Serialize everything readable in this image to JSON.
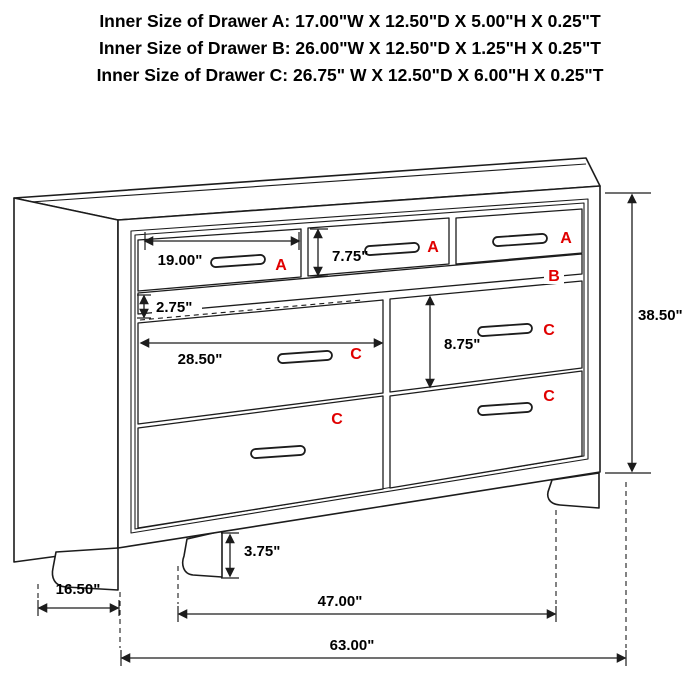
{
  "header": {
    "lines": [
      "Inner Size of Drawer A: 17.00\"W X 12.50\"D X 5.00\"H X 0.25\"T",
      "Inner Size of Drawer B: 26.00\"W X 12.50\"D X 1.25\"H X 0.25\"T",
      "Inner Size of Drawer C: 26.75\" W X 12.50\"D X 6.00\"H X 0.25\"T"
    ]
  },
  "dimensions": {
    "drawer_a_width": "19.00\"",
    "drawer_a_height": "7.75\"",
    "drawer_b_height": "2.75\"",
    "drawer_c_width": "28.50\"",
    "drawer_c_height": "8.75\"",
    "overall_height": "38.50\"",
    "foot_height": "3.75\"",
    "depth": "16.50\"",
    "feet_span": "47.00\"",
    "overall_width": "63.00\""
  },
  "labels": {
    "drawer_a": "A",
    "drawer_b": "B",
    "drawer_c": "C"
  },
  "colors": {
    "drawer_letter": "#e00000",
    "line": "#1c1c1c"
  }
}
